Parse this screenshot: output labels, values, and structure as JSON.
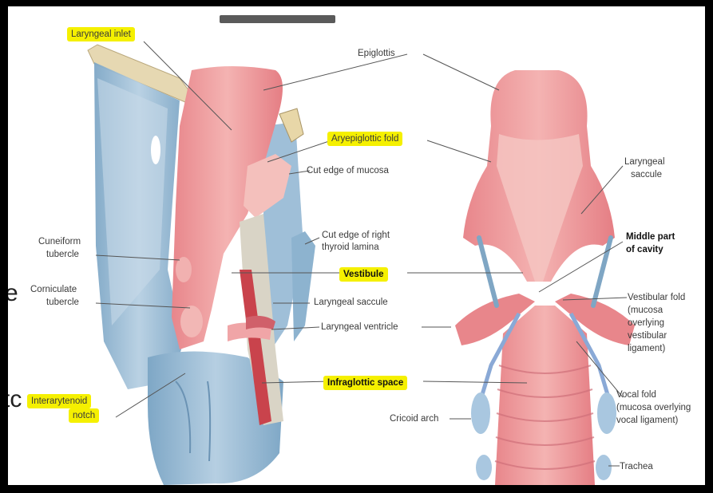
{
  "left_view": {
    "laryngeal_inlet": "Laryngeal inlet",
    "epiglottis": "Epiglottis",
    "aryepiglottic_fold": "Aryepiglottic fold",
    "cut_edge_mucosa": "Cut edge of mucosa",
    "cut_edge_thyroid_1": "Cut edge of right",
    "cut_edge_thyroid_2": "thyroid lamina",
    "cuneiform_1": "Cuneiform",
    "cuneiform_2": "tubercle",
    "corniculate_1": "Corniculate",
    "corniculate_2": "tubercle",
    "vestibule": "Vestibule",
    "laryngeal_saccule": "Laryngeal saccule",
    "laryngeal_ventricle": "Laryngeal ventricle",
    "infraglottic_space": "Infraglottic space",
    "interarytenoid_1": "Interarytenoid",
    "interarytenoid_2": "notch"
  },
  "right_view": {
    "laryngeal_saccule_1": "Laryngeal",
    "laryngeal_saccule_2": "saccule",
    "middle_part_1": "Middle part",
    "middle_part_2": "of cavity",
    "vestibular_fold_1": "Vestibular fold",
    "vestibular_fold_2": "(mucosa",
    "vestibular_fold_3": "overlying",
    "vestibular_fold_4": "vestibular",
    "vestibular_fold_5": "ligament)",
    "vocal_fold_1": "Vocal fold",
    "vocal_fold_2": "(mucosa overlying",
    "vocal_fold_3": "vocal ligament)",
    "cricoid_arch": "Cricoid arch",
    "trachea": "Trachea"
  },
  "background_text": {
    "frag_e": "e",
    "frag_tc": "tc"
  },
  "colors": {
    "mucosa": "#e98b8f",
    "mucosa_light": "#f3b3b1",
    "cartilage": "#8db3cf",
    "cartilage_light": "#b7d0e2",
    "highlight": "#f5f000"
  }
}
